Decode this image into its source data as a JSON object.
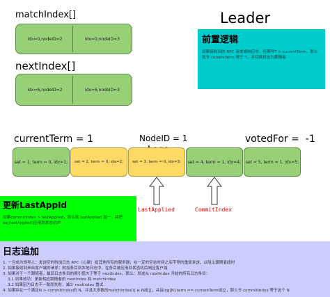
{
  "match_index": {
    "label": "matchIndex[]",
    "cells": [
      "idx=0,nodeID=2",
      "idx=0,nodeID=3"
    ]
  },
  "next_index": {
    "label": "nextIndex[]",
    "cells": [
      "idx=6,nodeID=2",
      "idx=6,nodeID=3"
    ]
  },
  "leader": {
    "title": "Leader",
    "precondition_title": "前置逻辑",
    "precondition_text": "如果接收到的 RPC 请求或响应中，任期号T > currentTerm，那么就令 currentTerm 等于 T，并切换状态为跟随者"
  },
  "state": {
    "current_term": "currentTerm = 1",
    "node_id": "NodeID = 1",
    "voted_for": "votedFor =  -1",
    "logs_label": "Logs"
  },
  "logs": [
    {
      "text": "set = 1, term = 0, idx=1;",
      "color": "green"
    },
    {
      "text": "set = 2, term = 0, idx=2;",
      "color": "orange"
    },
    {
      "text": "set = 3, term = 0, idx=3;",
      "color": "orange"
    },
    {
      "text": "set = 4, term = 1, idx=4;",
      "color": "green"
    },
    {
      "text": "set = 5, term = 1, idx=5;",
      "color": "green"
    }
  ],
  "pointers": {
    "last_applied": "LastApplied",
    "commit_index": "CommitIndex"
  },
  "update_last_applied": {
    "title": "更新LastAppId",
    "text": "如果commitIndex > lastApplied，那么就 lastApplied 加一，并把log[lastApplied]应用到状态机中"
  },
  "log_append": {
    "title": "日志追加",
    "lines": [
      "1. 一旦成为领导人：发送空的附加日志 RPC（心跳）给其他所有的服务器；在一定的空余时间之后不停的重复发送，以阻止跟随者超时",
      "2. 如果接收到来自客户端的请求：附加条目到本地日志中，在条目被应用到状态机后响应客户端",
      "3. 如果对于一个跟随者，最后日志条目的索引值大于等于 nextIndex，那么：发送从 nextIndex 开始的所有日志条目：",
      "    3.1 如果成功：更新相应跟随者的 nextIndex 和 matchIndex",
      "    3.2 如果因为日志不一致而失败，减少 nextIndex 重试",
      "4. 如果存在一个满足N > commitIndex的 N，并且大多数的matchIndex[i] ≥ N成立，并且log[N].term == currentTerm成立，那么令 commitIndex 等于这个 N"
    ]
  },
  "colors": {
    "green": "#97d077",
    "orange": "#ffd966",
    "cyan": "#00cccc",
    "bright_green": "#00ff00",
    "lavender": "#ccccff"
  }
}
